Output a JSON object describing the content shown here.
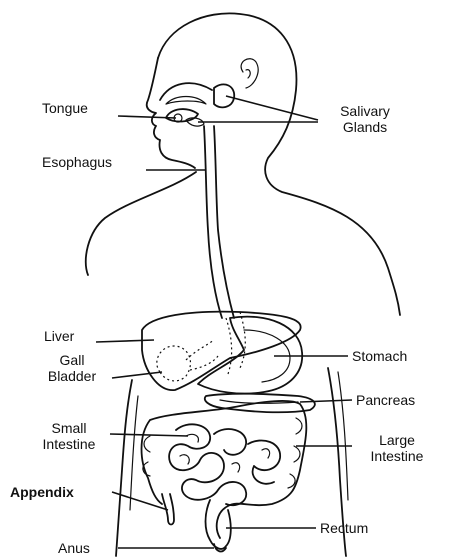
{
  "labels": {
    "tongue": "Tongue",
    "esophagus": "Esophagus",
    "salivary_glands": [
      "Salivary",
      "Glands"
    ],
    "liver": "Liver",
    "gall_bladder": [
      "Gall",
      "Bladder"
    ],
    "small_intestine": [
      "Small",
      "Intestine"
    ],
    "appendix": "Appendix",
    "anus": "Anus",
    "stomach": "Stomach",
    "pancreas": "Pancreas",
    "large_intestine": [
      "Large",
      "Intestine"
    ],
    "rectum": "Rectum"
  },
  "colors": {
    "ink": "#111111",
    "background": "#ffffff"
  }
}
